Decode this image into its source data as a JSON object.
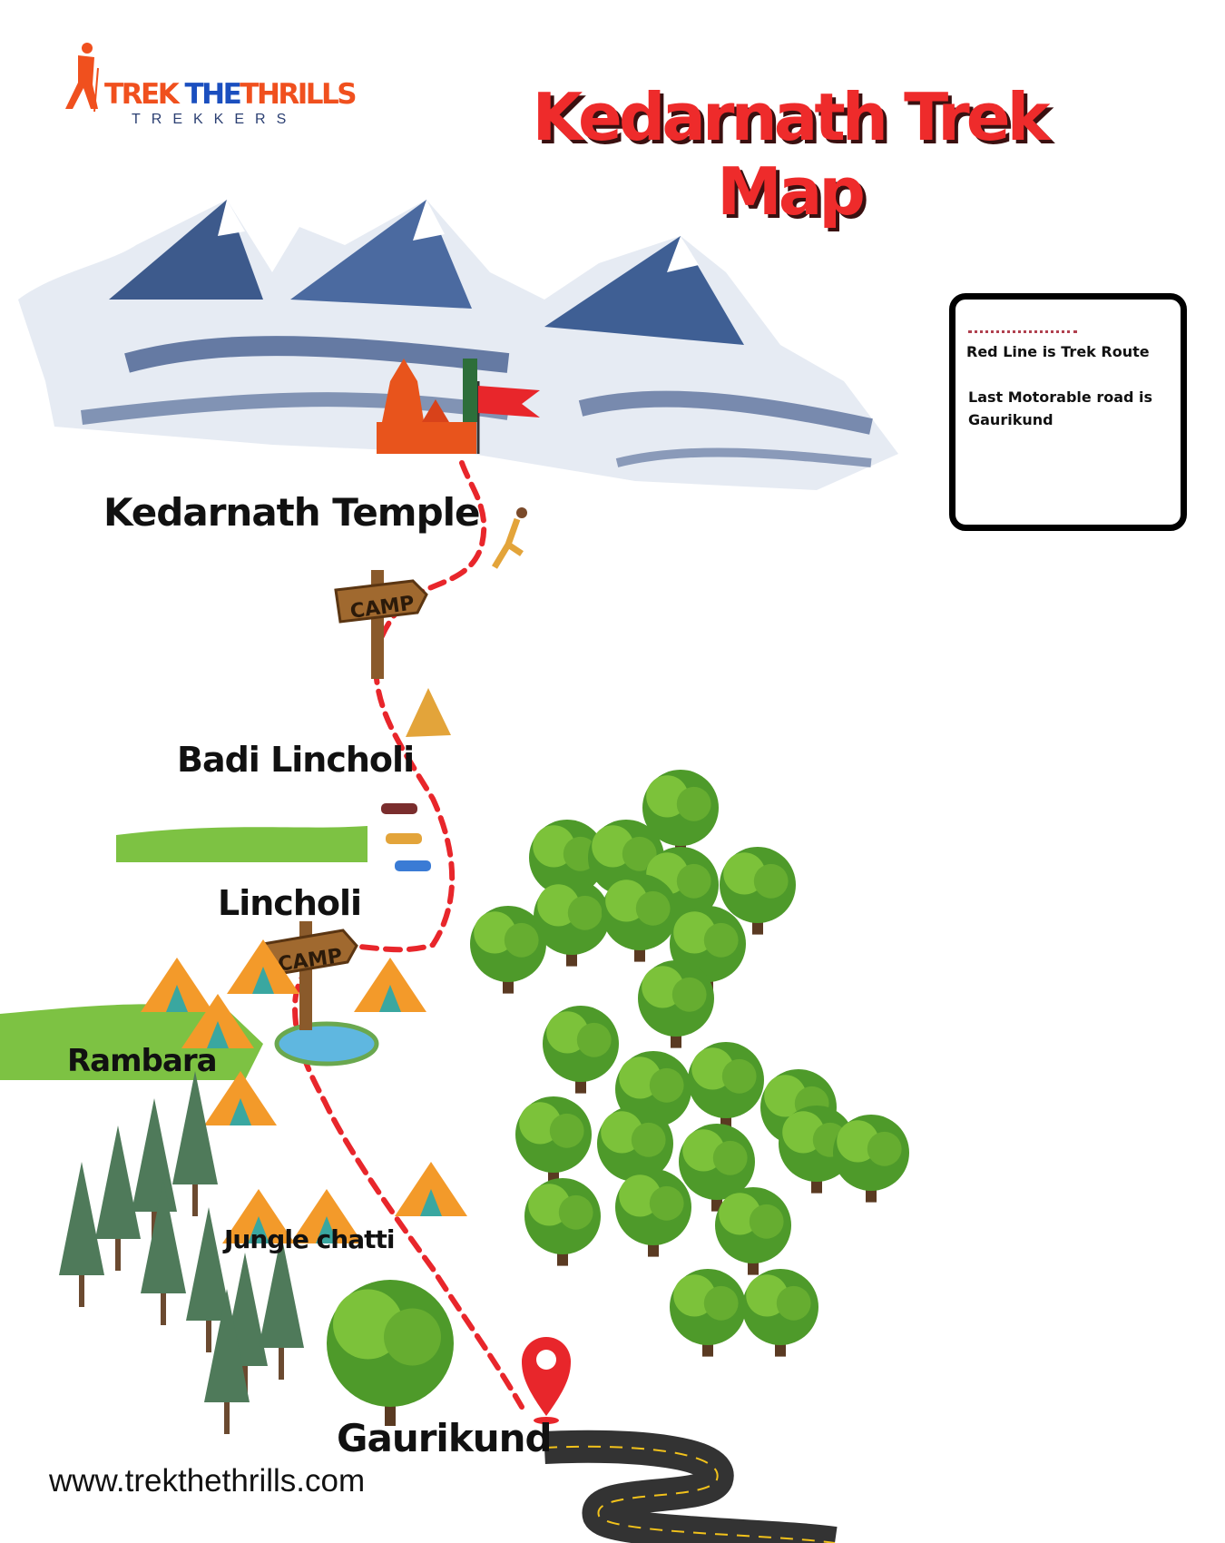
{
  "logo": {
    "word1": "TREK ",
    "word2": "THE",
    "word3": "THRILLS",
    "subtitle": "TREKKERS"
  },
  "title": {
    "line1": "Kedarnath Trek",
    "line2": "Map"
  },
  "legend": {
    "line_label": "Red Line is Trek Route",
    "note": "Last Motorable road is Gaurikund"
  },
  "stops": {
    "kedarnath": "Kedarnath Temple",
    "badi_lincholi": "Badi Lincholi",
    "lincholi": "Lincholi",
    "rambara": "Rambara",
    "jungle_chatti": "Jungle chatti",
    "gaurikund": "Gaurikund"
  },
  "signs": {
    "camp1": "CAMP",
    "camp2": "CAMP"
  },
  "website": "www.trekthethrills.com",
  "colors": {
    "route": "#e8262b",
    "title": "#ee2b2b",
    "logo_orange": "#f0501e",
    "logo_blue": "#1b4fbf"
  }
}
